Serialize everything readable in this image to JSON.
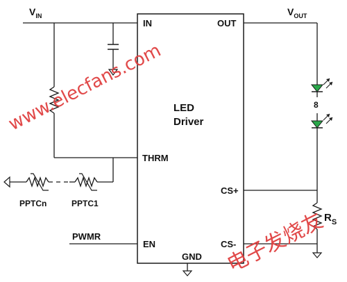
{
  "labels": {
    "vin": "V",
    "vin_sub": "IN",
    "vout": "V",
    "vout_sub": "OUT",
    "pin_in": "IN",
    "pin_out": "OUT",
    "chip_line1": "LED",
    "chip_line2": "Driver",
    "pin_thrm": "THRM",
    "pin_csplus": "CS+",
    "pin_csminus": "CS-",
    "pin_en": "EN",
    "pin_gnd": "GND",
    "pwmr": "PWMR",
    "pptcn": "PPTCn",
    "pptc1": "PPTC1",
    "rs": "R",
    "rs_sub": "S",
    "led_gap": "8"
  },
  "watermarks": {
    "url": "www.elecfans.com",
    "cn": "电子发烧友"
  },
  "colors": {
    "wire": "#1a1a1a",
    "led": "#2aa84a",
    "watermark": "#e04040"
  }
}
